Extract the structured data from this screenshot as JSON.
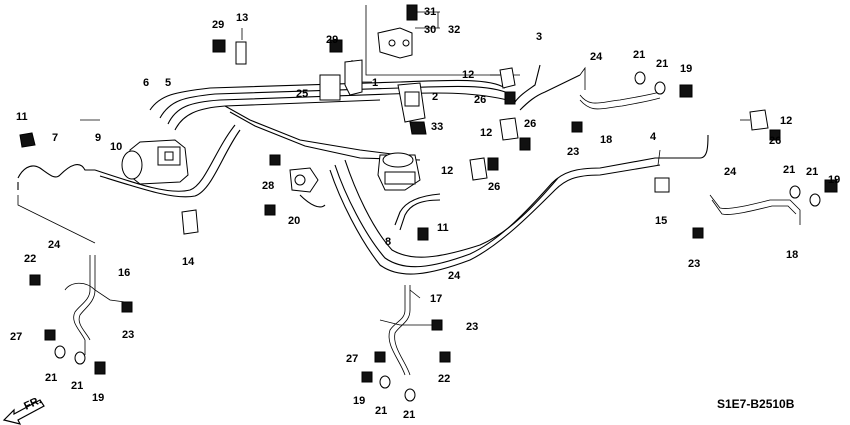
{
  "diagram": {
    "code": "S1E7-B2510B",
    "front_label": "FR.",
    "callouts": [
      "1",
      "2",
      "3",
      "4",
      "5",
      "6",
      "7",
      "8",
      "9",
      "10",
      "11",
      "11",
      "12",
      "12",
      "12",
      "12",
      "13",
      "14",
      "15",
      "16",
      "17",
      "18",
      "18",
      "19",
      "19",
      "19",
      "19",
      "20",
      "21",
      "21",
      "21",
      "21",
      "21",
      "21",
      "21",
      "21",
      "22",
      "22",
      "23",
      "23",
      "23",
      "23",
      "24",
      "24",
      "24",
      "24",
      "25",
      "26",
      "26",
      "26",
      "26",
      "26",
      "27",
      "27",
      "28",
      "29",
      "29",
      "30",
      "31",
      "32",
      "33"
    ]
  }
}
